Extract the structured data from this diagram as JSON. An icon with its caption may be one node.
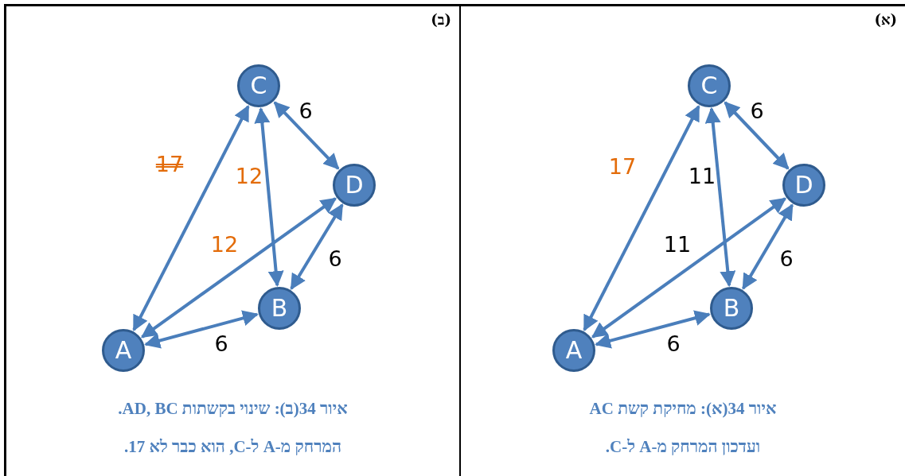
{
  "diagram": {
    "nodes": [
      {
        "text": [
          "(א)",
          "איור 34(א): מחיקת קשת AC",
          "ועדכון המרחק מ-A ל-C."
        ]
      },
      {
        "text": [
          "A"
        ],
        "in": 0
      },
      {
        "text": [
          "B"
        ],
        "in": 0
      },
      {
        "text": [
          "C"
        ],
        "in": 0
      },
      {
        "text": [
          "D"
        ],
        "in": 0
      },
      {
        "text": [
          "(ב)",
          "איור 34(ב): שינוי בקשתות AD, BC.",
          "המרחק מ-A ל-C, הוא כבר לא 17."
        ]
      },
      {
        "text": [
          "A"
        ],
        "in": 5
      },
      {
        "text": [
          "B"
        ],
        "in": 5
      },
      {
        "text": [
          "C"
        ],
        "in": 5
      },
      {
        "text": [
          "D"
        ],
        "in": 5
      }
    ],
    "edges": [
      {
        "from": 1,
        "to": 3,
        "arrow": "both",
        "label": "17"
      },
      {
        "from": 3,
        "to": 2,
        "arrow": "both",
        "label": "11"
      },
      {
        "from": 1,
        "to": 4,
        "arrow": "both",
        "label": "11"
      },
      {
        "from": 3,
        "to": 4,
        "arrow": "both",
        "label": "6"
      },
      {
        "from": 4,
        "to": 2,
        "arrow": "both",
        "label": "6"
      },
      {
        "from": 1,
        "to": 2,
        "arrow": "both",
        "label": "6"
      },
      {
        "from": 6,
        "to": 8,
        "arrow": "both",
        "label": "17"
      },
      {
        "from": 8,
        "to": 7,
        "arrow": "both",
        "label": "12"
      },
      {
        "from": 6,
        "to": 9,
        "arrow": "both",
        "label": "12"
      },
      {
        "from": 8,
        "to": 9,
        "arrow": "both",
        "label": "6"
      },
      {
        "from": 9,
        "to": 7,
        "arrow": "both",
        "label": "6"
      },
      {
        "from": 6,
        "to": 7,
        "arrow": "both",
        "label": "6"
      }
    ]
  }
}
